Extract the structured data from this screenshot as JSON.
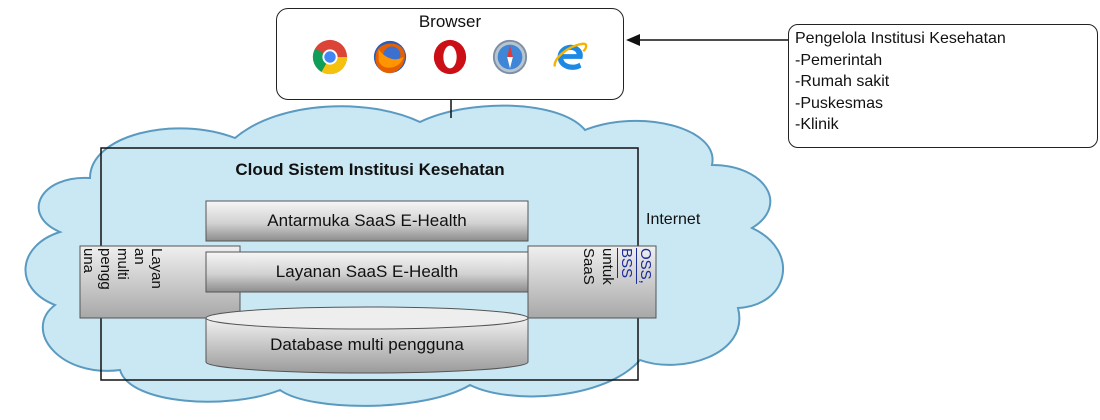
{
  "browser": {
    "title": "Browser",
    "icons": [
      "chrome-icon",
      "firefox-icon",
      "opera-icon",
      "safari-icon",
      "internet-explorer-icon"
    ]
  },
  "roles": {
    "title": "Pengelola Institusi Kesehatan",
    "items": [
      "-Pemerintah",
      "-Rumah sakit",
      "-Puskesmas",
      "-Klinik"
    ]
  },
  "cloud": {
    "title": "Cloud Sistem Institusi Kesehatan",
    "internet_label": "Internet",
    "interface_label": "Antarmuka SaaS E-Health",
    "service_label": "Layanan SaaS E-Health",
    "database_label": "Database multi pengguna",
    "left_label_lines": [
      "Layan",
      "an",
      "multi",
      "pengg",
      "una"
    ],
    "right_label_lines": [
      "untuk",
      "SaaS"
    ],
    "oss_bss_lines": [
      "OSS,",
      "BSS"
    ]
  },
  "colors": {
    "bar_top": "#f4f4f4",
    "bar_bottom": "#9a9a9a",
    "cloud_fill": "#c9e8f3",
    "cloud_stroke": "#5a9ac0",
    "oss_text": "#1a2b9c"
  }
}
